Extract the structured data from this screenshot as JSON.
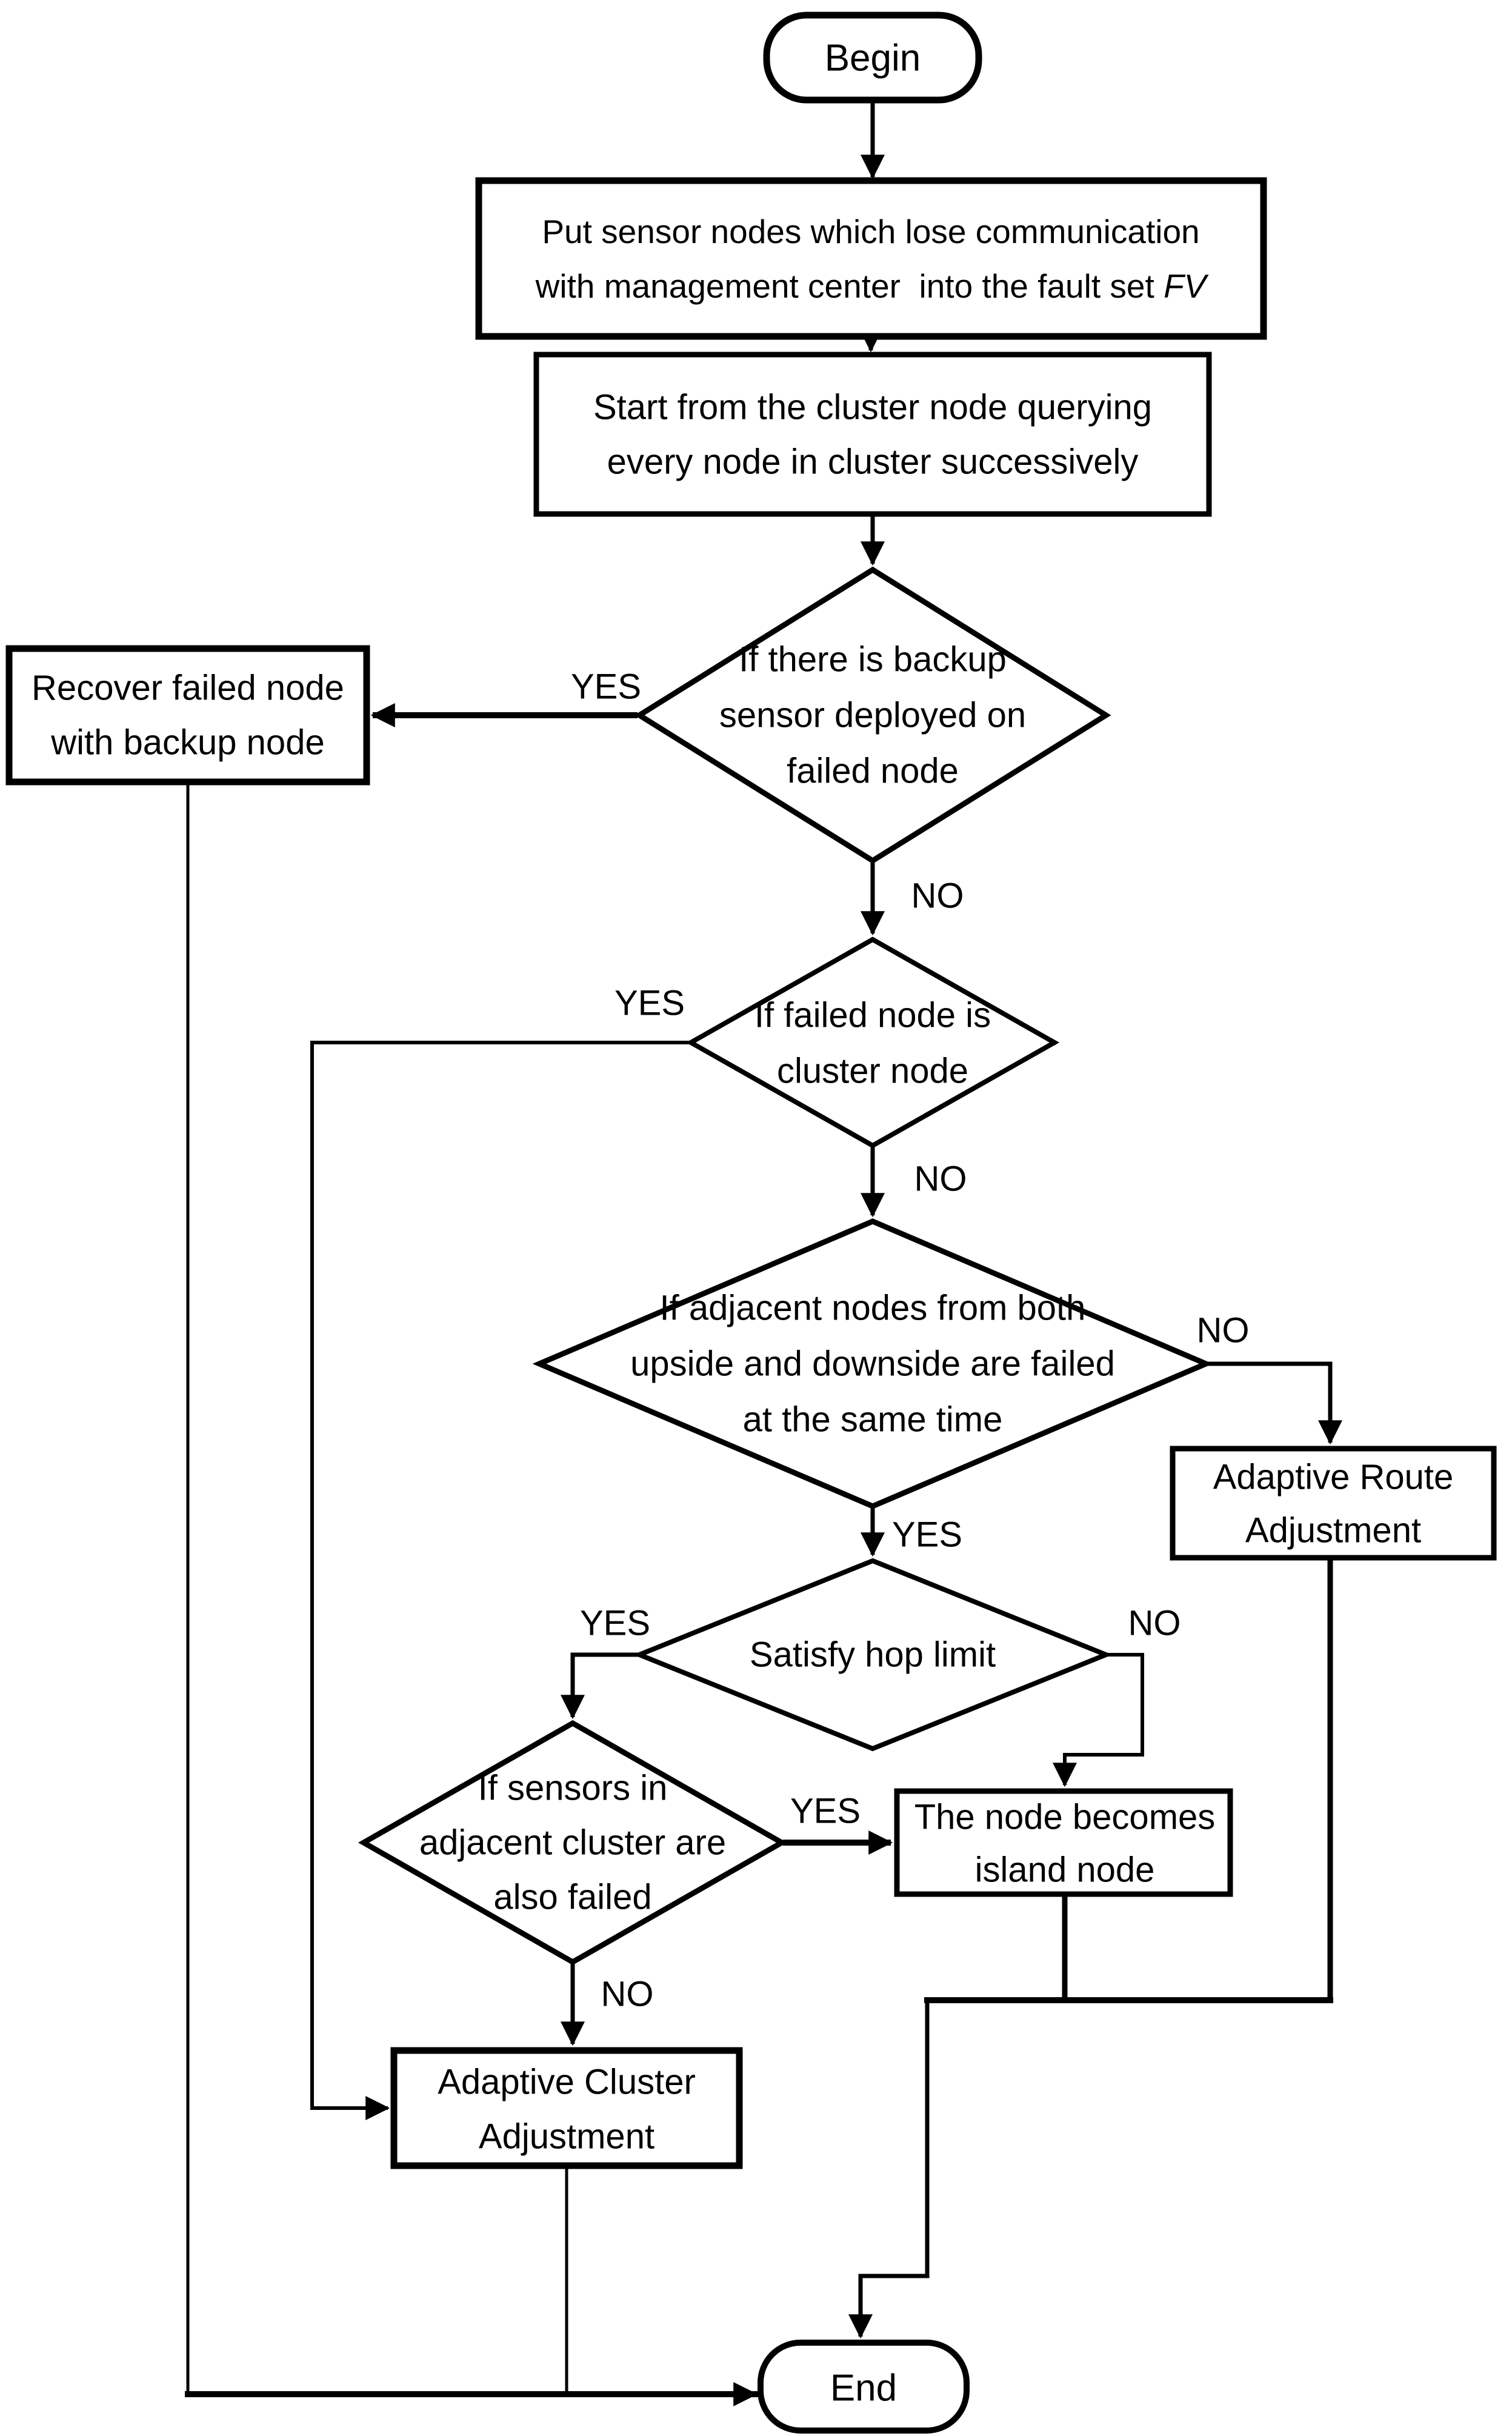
{
  "diagram": {
    "type": "flowchart",
    "background_color": "#ffffff",
    "stroke_color": "#000000",
    "text_color": "#000000",
    "nodes": {
      "begin": {
        "shape": "terminator",
        "label": "Begin"
      },
      "put_fault_set": {
        "shape": "process",
        "lines": [
          "Put sensor nodes which lose communication",
          "with management center  into the fault set "
        ],
        "italic_suffix": "FV"
      },
      "start_query": {
        "shape": "process",
        "lines": [
          "Start from the cluster node querying",
          "every node in cluster successively"
        ]
      },
      "backup_sensor": {
        "shape": "decision",
        "lines": [
          "If there is backup",
          "sensor deployed on",
          "failed node"
        ]
      },
      "recover_failed": {
        "shape": "process",
        "lines": [
          "Recover failed node",
          "with backup node"
        ]
      },
      "cluster_node": {
        "shape": "decision",
        "lines": [
          "If failed node is",
          "cluster node"
        ]
      },
      "adjacent_nodes": {
        "shape": "decision",
        "lines": [
          "If adjacent nodes from both",
          "upside and downside are failed",
          "at the same time"
        ]
      },
      "route_adjust": {
        "shape": "process",
        "lines": [
          "Adaptive Route",
          "Adjustment"
        ]
      },
      "hop_limit": {
        "shape": "decision",
        "lines": [
          "Satisfy hop limit"
        ]
      },
      "adjacent_cluster": {
        "shape": "decision",
        "lines": [
          "If sensors in",
          "adjacent cluster are",
          "also failed"
        ]
      },
      "island_node": {
        "shape": "process",
        "lines": [
          "The node becomes",
          "island node"
        ]
      },
      "cluster_adjust": {
        "shape": "process",
        "lines": [
          "Adaptive Cluster",
          "Adjustment"
        ]
      },
      "end": {
        "shape": "terminator",
        "label": "End"
      }
    },
    "connections": [
      {
        "from": "begin",
        "to": "put_fault_set"
      },
      {
        "from": "put_fault_set",
        "to": "start_query"
      },
      {
        "from": "start_query",
        "to": "backup_sensor"
      },
      {
        "from": "backup_sensor",
        "to": "recover_failed",
        "label": "YES"
      },
      {
        "from": "backup_sensor",
        "to": "cluster_node",
        "label": "NO"
      },
      {
        "from": "recover_failed",
        "to": "end"
      },
      {
        "from": "cluster_node",
        "to": "cluster_adjust",
        "label": "YES"
      },
      {
        "from": "cluster_node",
        "to": "adjacent_nodes",
        "label": "NO"
      },
      {
        "from": "adjacent_nodes",
        "to": "route_adjust",
        "label": "NO"
      },
      {
        "from": "adjacent_nodes",
        "to": "hop_limit",
        "label": "YES"
      },
      {
        "from": "hop_limit",
        "to": "adjacent_cluster",
        "label": "YES"
      },
      {
        "from": "hop_limit",
        "to": "island_node",
        "label": "NO"
      },
      {
        "from": "adjacent_cluster",
        "to": "island_node",
        "label": "YES"
      },
      {
        "from": "adjacent_cluster",
        "to": "cluster_adjust",
        "label": "NO"
      },
      {
        "from": "island_node",
        "to": "end"
      },
      {
        "from": "route_adjust",
        "to": "end"
      },
      {
        "from": "cluster_adjust",
        "to": "end"
      }
    ]
  }
}
